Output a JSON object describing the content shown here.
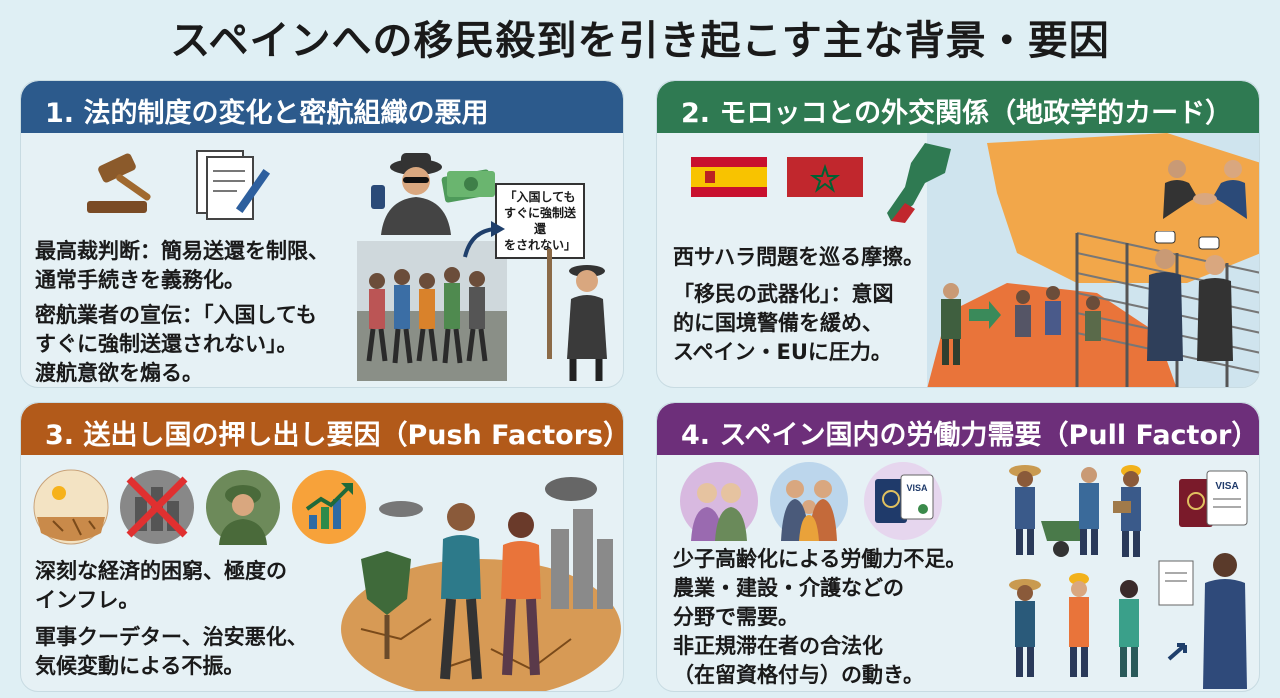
{
  "title": "スペインへの移民殺到を引き起こす主な背景・要因",
  "colors": {
    "panel1": "#2c5a8c",
    "panel2": "#2f7a52",
    "panel3": "#b25a1a",
    "panel4": "#6d2f7a",
    "background": "#dfeff4"
  },
  "panel1": {
    "header": "1. 法的制度の変化と密航組織の悪用",
    "lines": [
      "最高裁判断：簡易送還を制限、",
      "通常手続きを義務化。",
      "密航業者の宣伝：「入国しても",
      "すぐに強制送還されない」。",
      "渡航意欲を煽る。"
    ],
    "sign": [
      "「入国しても",
      "すぐに強制送還",
      "をされない」"
    ],
    "icons": [
      "gavel-icon",
      "document-pen-icon",
      "smuggler-icon",
      "cash-icon",
      "migrant-crowd-icon"
    ]
  },
  "panel2": {
    "header": "2. モロッコとの外交関係（地政学的カード）",
    "lines": [
      "西サハラ問題を巡る摩擦。",
      "「移民の武器化」：意図",
      "的に国境警備を緩め、",
      "スペイン・EUに圧力。"
    ],
    "icons": [
      "spain-flag-icon",
      "morocco-flag-icon",
      "map-icon",
      "handshake-icon",
      "border-fence-icon"
    ]
  },
  "panel3": {
    "header": "3. 送出し国の押し出し要因（Push Factors）",
    "lines": [
      "深刻な経済的困窮、極度の",
      "インフレ。",
      "軍事クーデター、治安悪化、",
      "気候変動による不振。"
    ],
    "icons": [
      "drought-icon",
      "crossed-out-city-icon",
      "soldier-icon",
      "growth-chart-icon",
      "migrant-couple-icon"
    ]
  },
  "panel4": {
    "header": "4. スペイン国内の労働力需要（Pull Factor）",
    "lines": [
      "少子高齢化による労働力不足。",
      "農業・建設・介護などの",
      "分野で需要。",
      "非正規滞在者の合法化",
      "（在留資格付与）の動き。"
    ],
    "visa_label": "VISA",
    "icons": [
      "elderly-couple-icon",
      "family-icon",
      "passport-visa-icon",
      "workers-icon",
      "document-icon"
    ]
  }
}
